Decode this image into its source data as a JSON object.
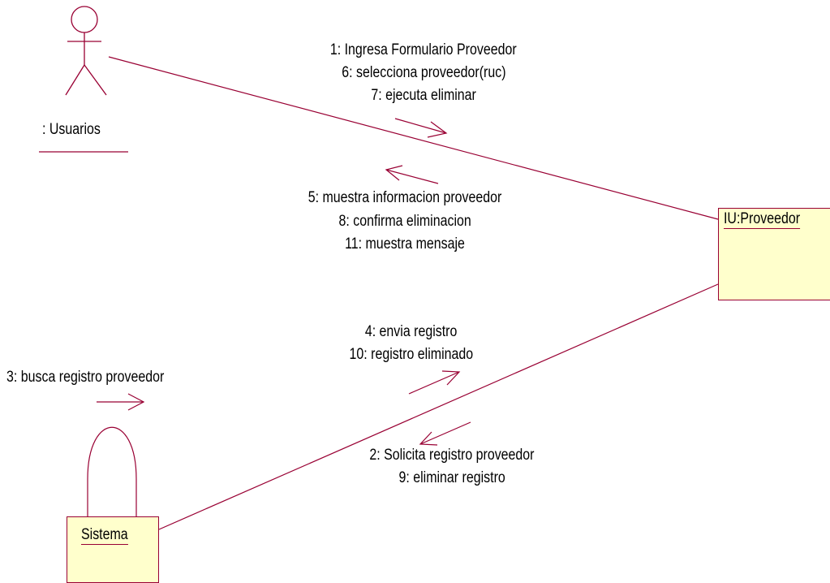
{
  "actor": {
    "label": ": Usuarios"
  },
  "objects": {
    "iu_proveedor": {
      "label": "IU:Proveedor"
    },
    "sistema": {
      "label": "Sistema"
    }
  },
  "messages": {
    "to_iu": [
      "1: Ingresa Formulario Proveedor",
      "6: selecciona proveedor(ruc)",
      "7: ejecuta eliminar"
    ],
    "to_user": [
      "5: muestra informacion proveedor",
      "8: confirma eliminacion",
      "11: muestra mensaje"
    ],
    "to_iu_from_sistema": [
      "4: envia registro",
      "10: registro eliminado"
    ],
    "to_sistema": [
      "2: Solicita registro proveedor",
      "9: eliminar registro"
    ],
    "self_sistema": [
      "3: busca registro proveedor"
    ]
  },
  "colors": {
    "line": "#990033",
    "object_fill": "#ffffcc",
    "text": "#000000",
    "background": "#ffffff"
  }
}
